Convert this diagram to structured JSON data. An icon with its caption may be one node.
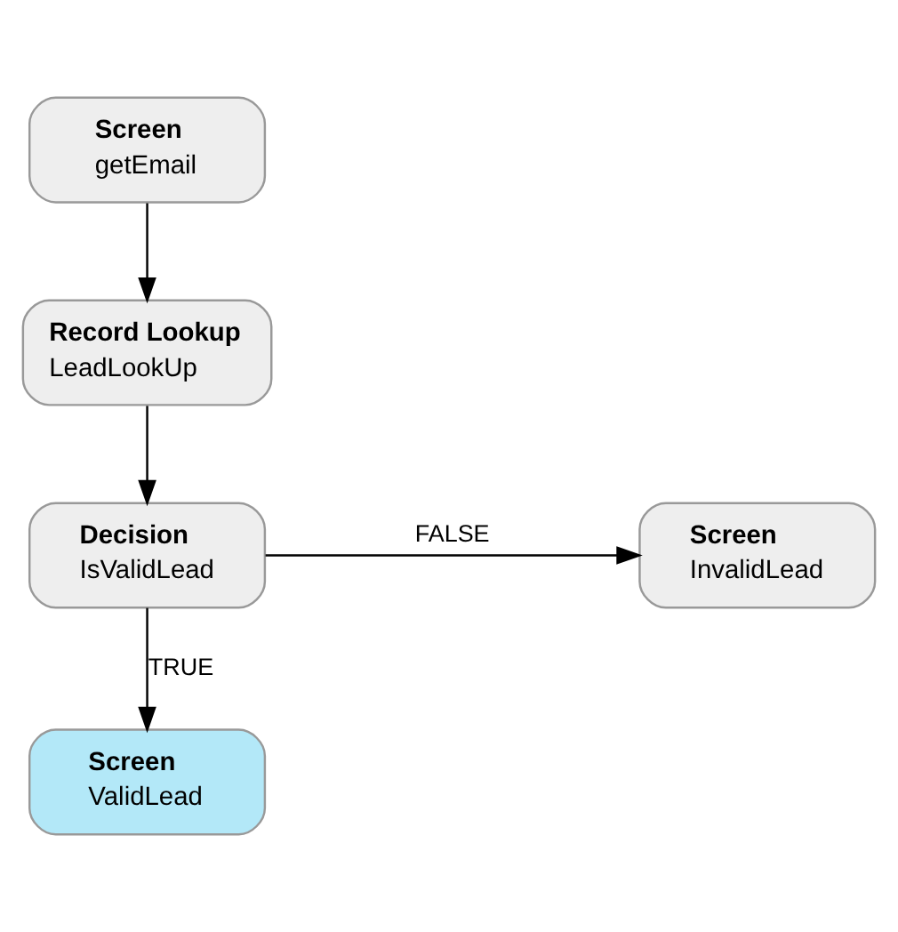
{
  "diagram": {
    "nodes": [
      {
        "text": [
          "Screen",
          "getEmail"
        ]
      },
      {
        "text": [
          "Record Lookup",
          "LeadLookUp"
        ]
      },
      {
        "text": [
          "Decision",
          "IsValidLead"
        ]
      },
      {
        "text": [
          "Screen",
          "InvalidLead"
        ]
      },
      {
        "text": [
          "Screen",
          "ValidLead"
        ]
      }
    ],
    "edges": [
      {
        "from": 0,
        "to": 1,
        "arrow": "to"
      },
      {
        "from": 1,
        "to": 2,
        "arrow": "to"
      },
      {
        "from": 2,
        "to": 3,
        "label": "FALSE",
        "arrow": "to"
      },
      {
        "from": 2,
        "to": 4,
        "label": "TRUE",
        "arrow": "to"
      }
    ]
  }
}
